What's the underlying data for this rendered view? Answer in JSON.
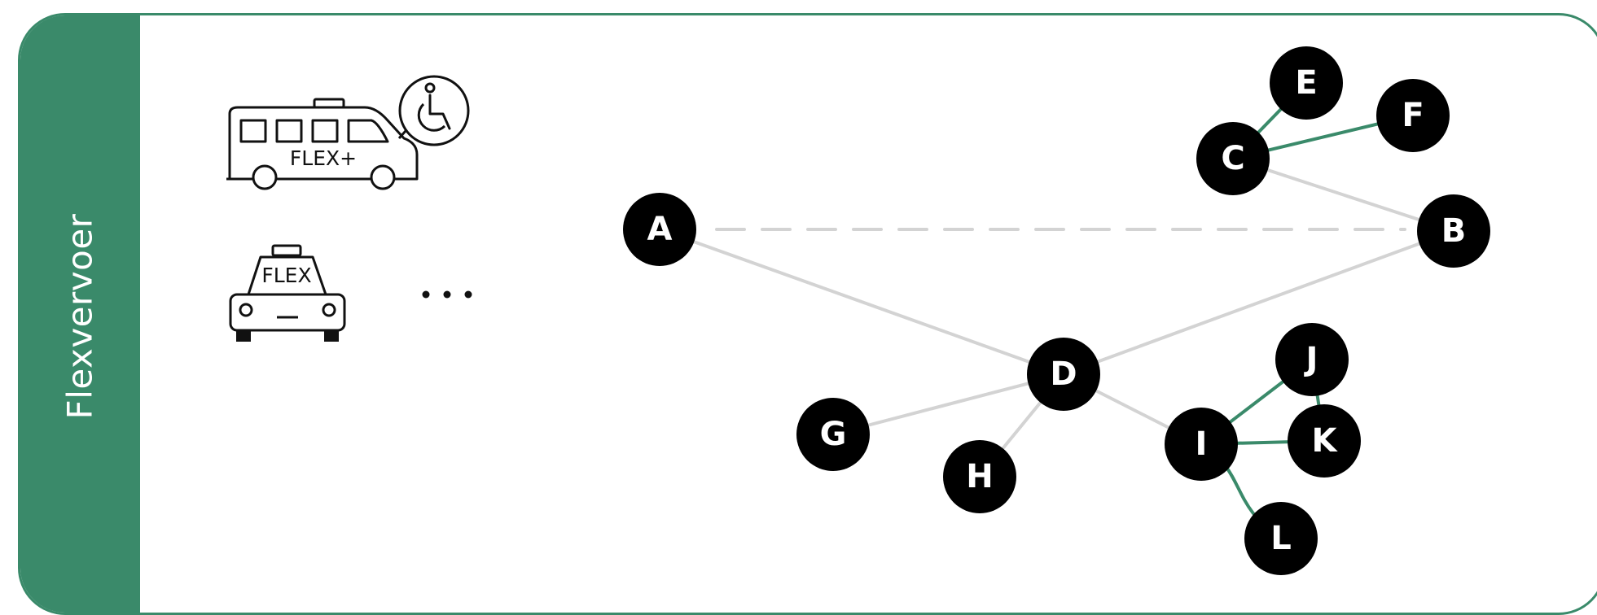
{
  "sidebar": {
    "label": "Flexvervoer"
  },
  "vehicles": {
    "bus_label": "FLEX+",
    "taxi_label": "FLEX",
    "more": "..."
  },
  "colors": {
    "accent": "#3a8a6a",
    "edge_gray": "#d3d3d3",
    "node": "#000000"
  },
  "icons": [
    "minibus-icon",
    "wheelchair-icon",
    "taxi-icon"
  ],
  "nodes": [
    "A",
    "B",
    "C",
    "D",
    "E",
    "F",
    "G",
    "H",
    "I",
    "J",
    "K",
    "L"
  ],
  "edges": [
    {
      "from": "A",
      "to": "B",
      "style": "dashed",
      "color": "gray"
    },
    {
      "from": "A",
      "to": "D",
      "style": "solid",
      "color": "gray"
    },
    {
      "from": "D",
      "to": "B",
      "style": "solid",
      "color": "gray"
    },
    {
      "from": "B",
      "to": "C",
      "style": "solid",
      "color": "gray"
    },
    {
      "from": "C",
      "to": "E",
      "style": "solid",
      "color": "green"
    },
    {
      "from": "C",
      "to": "F",
      "style": "solid",
      "color": "green"
    },
    {
      "from": "D",
      "to": "G",
      "style": "solid",
      "color": "gray"
    },
    {
      "from": "D",
      "to": "H",
      "style": "solid",
      "color": "gray"
    },
    {
      "from": "D",
      "to": "I",
      "style": "solid",
      "color": "gray"
    },
    {
      "from": "I",
      "to": "J",
      "style": "solid",
      "color": "green"
    },
    {
      "from": "I",
      "to": "K",
      "style": "solid",
      "color": "green"
    },
    {
      "from": "J",
      "to": "K",
      "style": "solid",
      "color": "green"
    },
    {
      "from": "I",
      "to": "L",
      "style": "curved",
      "color": "green"
    }
  ]
}
